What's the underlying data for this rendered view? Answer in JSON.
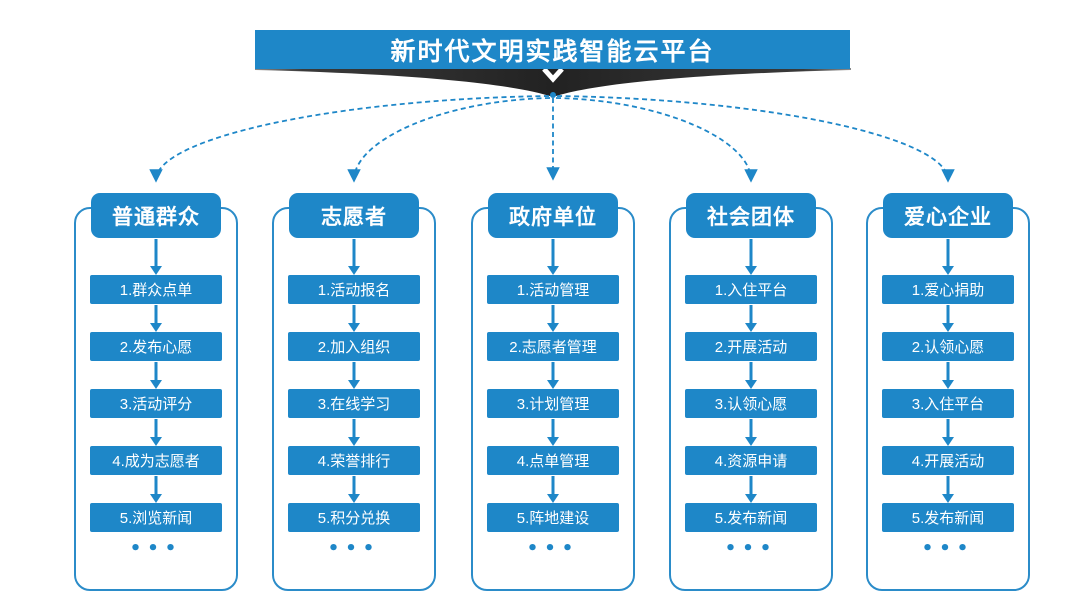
{
  "header": {
    "title": "新时代文明实践智能云平台"
  },
  "more_indicator": "•••",
  "colors": {
    "primary_blue": "#1e87c8",
    "band_dark": "#2c2c2c",
    "text_on_blue": "#ffffff",
    "background": "#ffffff"
  },
  "columns": [
    {
      "header": "普通群众",
      "items": [
        "1.群众点单",
        "2.发布心愿",
        "3.活动评分",
        "4.成为志愿者",
        "5.浏览新闻"
      ]
    },
    {
      "header": "志愿者",
      "items": [
        "1.活动报名",
        "2.加入组织",
        "3.在线学习",
        "4.荣誉排行",
        "5.积分兑换"
      ]
    },
    {
      "header": "政府单位",
      "items": [
        "1.活动管理",
        "2.志愿者管理",
        "3.计划管理",
        "4.点单管理",
        "5.阵地建设"
      ]
    },
    {
      "header": "社会团体",
      "items": [
        "1.入住平台",
        "2.开展活动",
        "3.认领心愿",
        "4.资源申请",
        "5.发布新闻"
      ]
    },
    {
      "header": "爱心企业",
      "items": [
        "1.爱心捐助",
        "2.认领心愿",
        "3.入住平台",
        "4.开展活动",
        "5.发布新闻"
      ]
    }
  ]
}
